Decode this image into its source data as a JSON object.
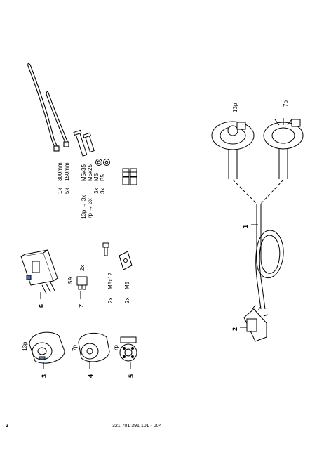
{
  "footer": {
    "page_number": "2",
    "document_number": "321 701 391 101 - 004"
  },
  "parts": {
    "p1": "1",
    "p2": "2",
    "p3": "3",
    "p4": "4",
    "p5": "5",
    "p6": "6",
    "p7": "7"
  },
  "connectors": {
    "socket_13p": "13p",
    "socket_7p": "7p",
    "insert_7p": "7p",
    "plug_13p": "13p",
    "plug_7p": "7p"
  },
  "fuse": {
    "rating": "5A",
    "qty": "2x"
  },
  "hardware": {
    "bolt_qty": "2x",
    "bolt_size": "M5x12",
    "nut_qty": "2x",
    "nut_size": "M5"
  },
  "parts_list": {
    "qty_col_1": [
      "1x",
      "5x"
    ],
    "size_col_1": [
      "300mm",
      "150mm"
    ],
    "row_13p_prefix": "13p → 3x",
    "row_7p_prefix": "7p → 3x",
    "row_m5_qty": "3x",
    "row_b5_qty": "3x",
    "size_col_2": [
      "M5x35",
      "M5x25",
      "M5",
      "B5"
    ]
  }
}
